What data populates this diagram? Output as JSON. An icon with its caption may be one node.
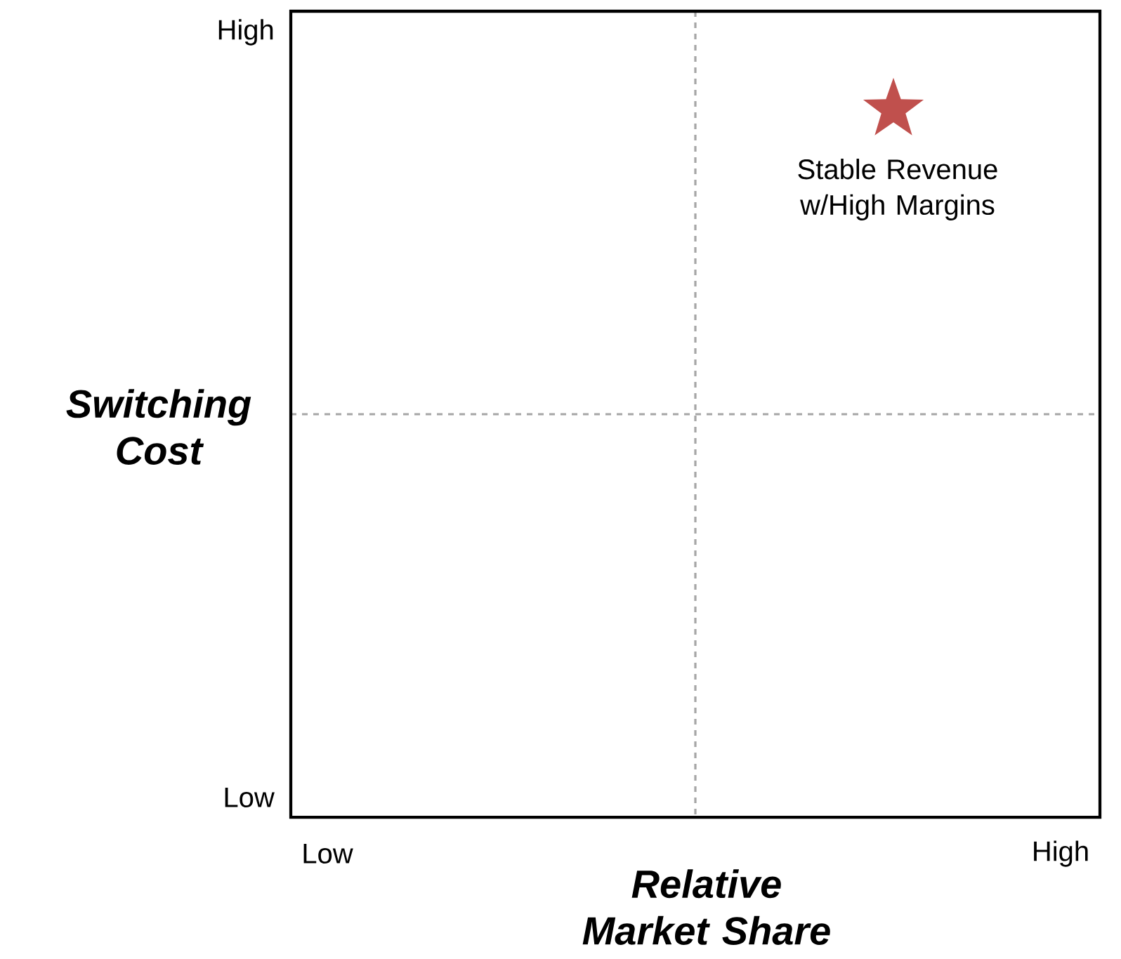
{
  "diagram": {
    "labels": [
      "High",
      "Stable Revenue w/High Margins",
      "Switching Cost",
      "Low",
      "Low",
      "High",
      "Relative Market Share"
    ]
  }
}
